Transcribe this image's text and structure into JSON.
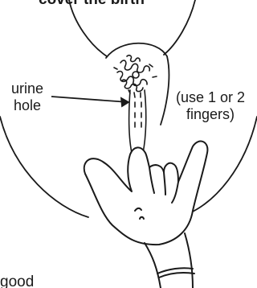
{
  "labels": {
    "top_caption": "cover the birth",
    "urine_hole": [
      "urine",
      "hole"
    ],
    "fingers_note": [
      "(use 1 or 2",
      "fingers)"
    ],
    "bottom_text": "good"
  },
  "colors": {
    "ink": "#1a1a1a",
    "paper": "#ffffff"
  }
}
